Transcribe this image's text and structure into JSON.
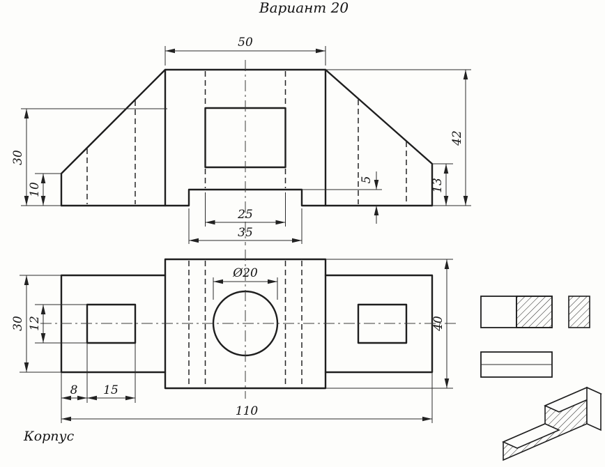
{
  "title": "Вариант 20",
  "caption": "Корпус",
  "front": {
    "top_width": "50",
    "left_height": "30",
    "left_wall": "10",
    "notch_inner": "25",
    "notch_outer": "35",
    "notch_depth": "5",
    "total_height": "42",
    "right_wall": "13"
  },
  "plan": {
    "hole_diameter": "Ø20",
    "wing_width": "30",
    "slot_width": "12",
    "slot_offset": "8",
    "slot_length": "15",
    "total_length": "110",
    "center_width": "40"
  }
}
